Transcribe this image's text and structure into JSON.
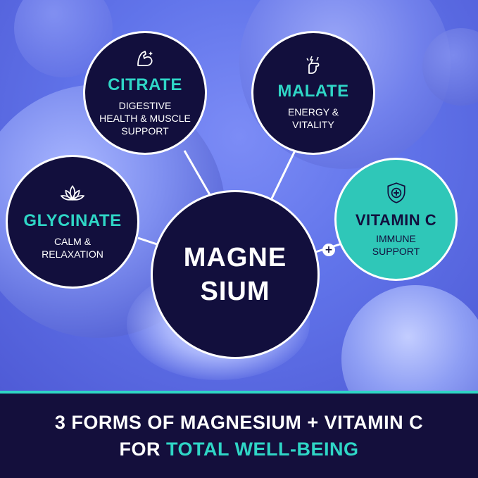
{
  "center": {
    "line1": "MAGNE",
    "line2": "SIUM"
  },
  "forms": [
    {
      "title": "CITRATE",
      "lines": [
        "DIGESTIVE",
        "HEALTH & MUSCLE",
        "SUPPORT"
      ],
      "icon": "flexed-arm-icon"
    },
    {
      "title": "MALATE",
      "lines": [
        "ENERGY &",
        "VITALITY"
      ],
      "icon": "power-fist-icon"
    },
    {
      "title": "GLYCINATE",
      "lines": [
        "CALM &",
        "RELAXATION"
      ],
      "icon": "lotus-icon"
    }
  ],
  "vitamin": {
    "title": "VITAMIN C",
    "lines": [
      "IMMUNE",
      "SUPPORT"
    ],
    "icon": "shield-plus-icon"
  },
  "plus_symbol": "+",
  "banner": {
    "line1": "3 FORMS OF MAGNESIUM + VITAMIN C",
    "line2_prefix": "FOR ",
    "line2_highlight": "TOTAL WELL-BEING"
  },
  "colors": {
    "navy": "#120f3d",
    "teal": "#2fd6c6",
    "background": "#5d6ee0"
  }
}
